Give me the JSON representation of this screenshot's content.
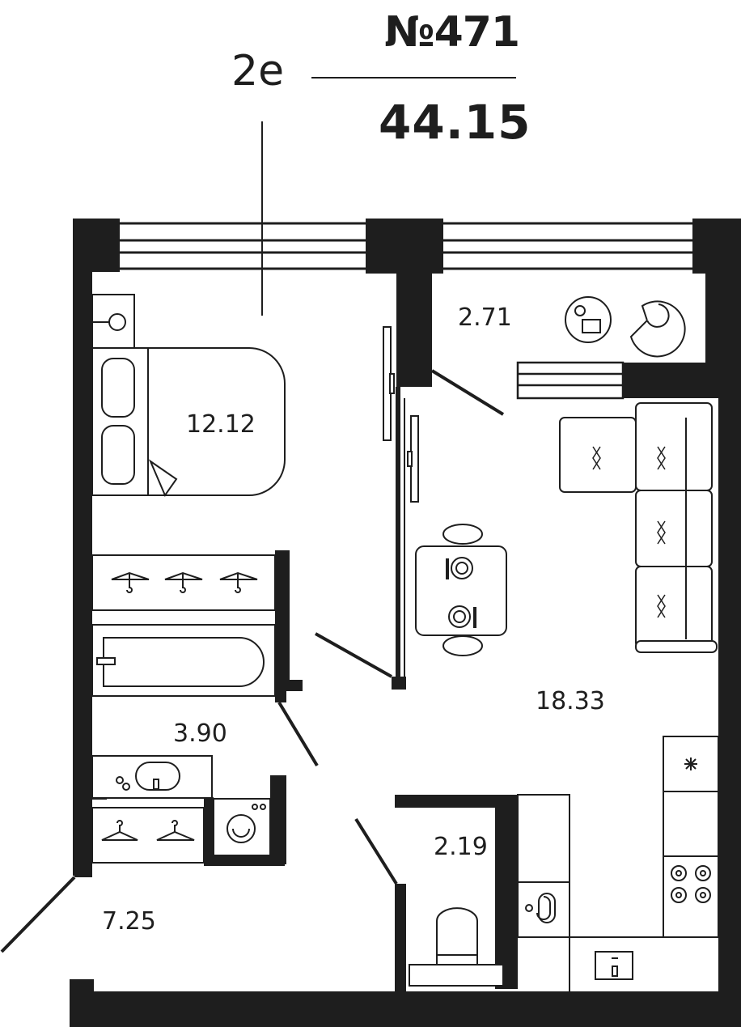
{
  "apartment": {
    "number": "№471",
    "type": "2е",
    "total_area": "44.15"
  },
  "rooms": {
    "loggia": "2.71",
    "bedroom": "12.12",
    "living_kitchen": "18.33",
    "bathroom": "3.90",
    "toilet": "2.19",
    "hallway": "7.25"
  },
  "colors": {
    "wall": "#1e1e1e",
    "line": "#1e1e1e",
    "background": "#ffffff"
  }
}
